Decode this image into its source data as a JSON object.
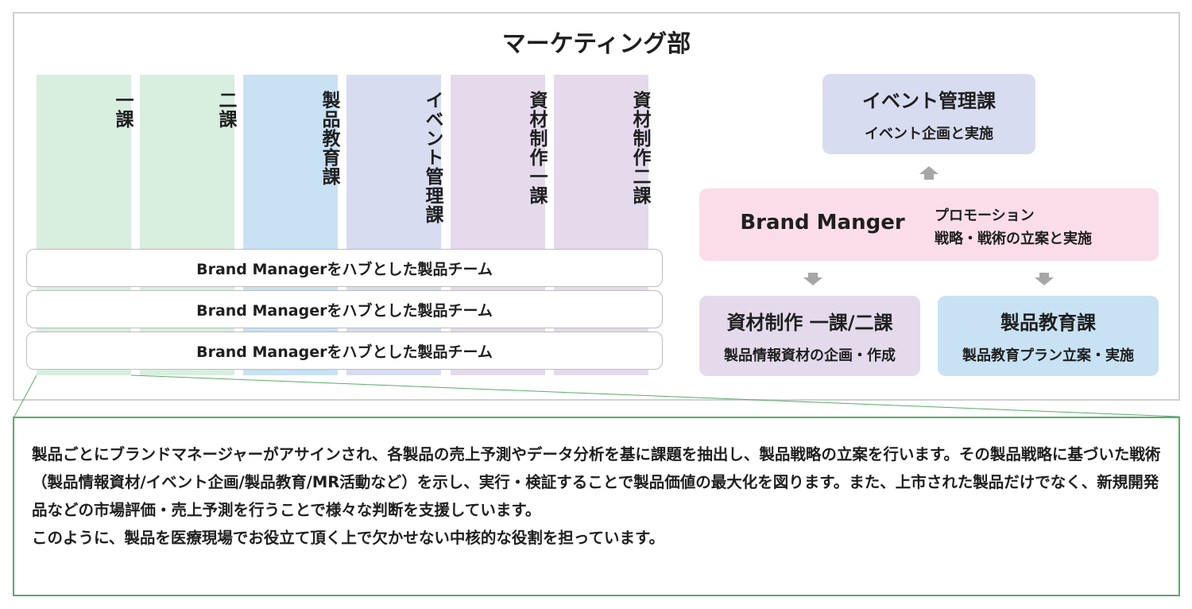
{
  "department_title": "マーケティング部",
  "columns": [
    {
      "label": "一課",
      "color": "#d8eedf"
    },
    {
      "label": "二課",
      "color": "#d8eedf"
    },
    {
      "label": "製品教育課",
      "color": "#c8e2f4"
    },
    {
      "label": "イベント管理課",
      "color": "#d8dcf0"
    },
    {
      "label": "資材制作一課",
      "color": "#e4daec"
    },
    {
      "label": "資材制作二課",
      "color": "#e4daec"
    }
  ],
  "team_bars": [
    "Brand Managerをハブとした製品チーム",
    "Brand Managerをハブとした製品チーム",
    "Brand Managerをハブとした製品チーム"
  ],
  "org": {
    "event": {
      "title": "イベント管理課",
      "subtitle": "イベント企画と実施",
      "color": "#d8dcf0"
    },
    "brand": {
      "title": "Brand Manger",
      "desc_line1": "プロモーション",
      "desc_line2": "戦略・戦術の立案と実施",
      "color": "#fadde8"
    },
    "material": {
      "title": "資材制作 一課/二課",
      "subtitle": "製品情報資材の企画・作成",
      "color": "#e4daec"
    },
    "education": {
      "title": "製品教育課",
      "subtitle": "製品教育プラン立案・実施",
      "color": "#c8e2f4"
    }
  },
  "arrow_color": "#a6a6a6",
  "description": {
    "paragraph1": "製品ごとにブランドマネージャーがアサインされ、各製品の売上予測やデータ分析を基に課題を抽出し、製品戦略の立案を行います。その製品戦略に基づいた戦術（製品情報資材/イベント企画/製品教育/MR活動など）を示し、実行・検証することで製品価値の最大化を図ります。また、上市された製品だけでなく、新規開発品などの市場評価・売上予測を行うことで様々な判断を支援しています。",
    "paragraph2": "このように、製品を医療現場でお役立て頂く上で欠かせない中核的な役割を担っています。"
  }
}
